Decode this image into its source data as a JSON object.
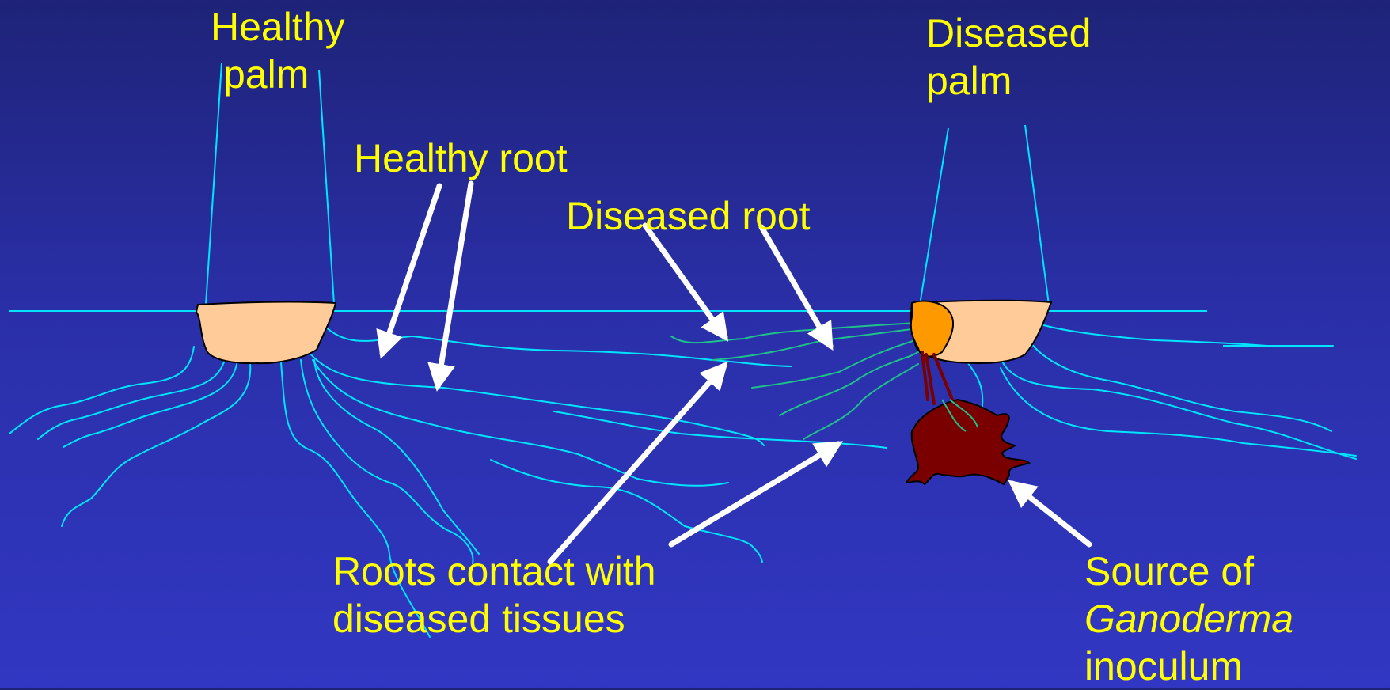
{
  "labels": {
    "healthy_palm": [
      "Healthy",
      "palm"
    ],
    "diseased_palm": [
      "Diseased",
      "palm"
    ],
    "healthy_root": "Healthy root",
    "diseased_root": "Diseased root",
    "roots_contact": [
      "Roots contact with",
      "diseased tissues"
    ],
    "source": {
      "line1": "Source of",
      "line2": "Ganoderma",
      "line3": "inoculum"
    }
  },
  "colors": {
    "label_text": "#ffff00",
    "root_line": "#00e5ff",
    "diseased_root_line": "#1fc08a",
    "arrow": "#ffffff",
    "palm_base": "#ffcc99",
    "infection": "#ff9900",
    "inoculum": "#7a0000"
  }
}
